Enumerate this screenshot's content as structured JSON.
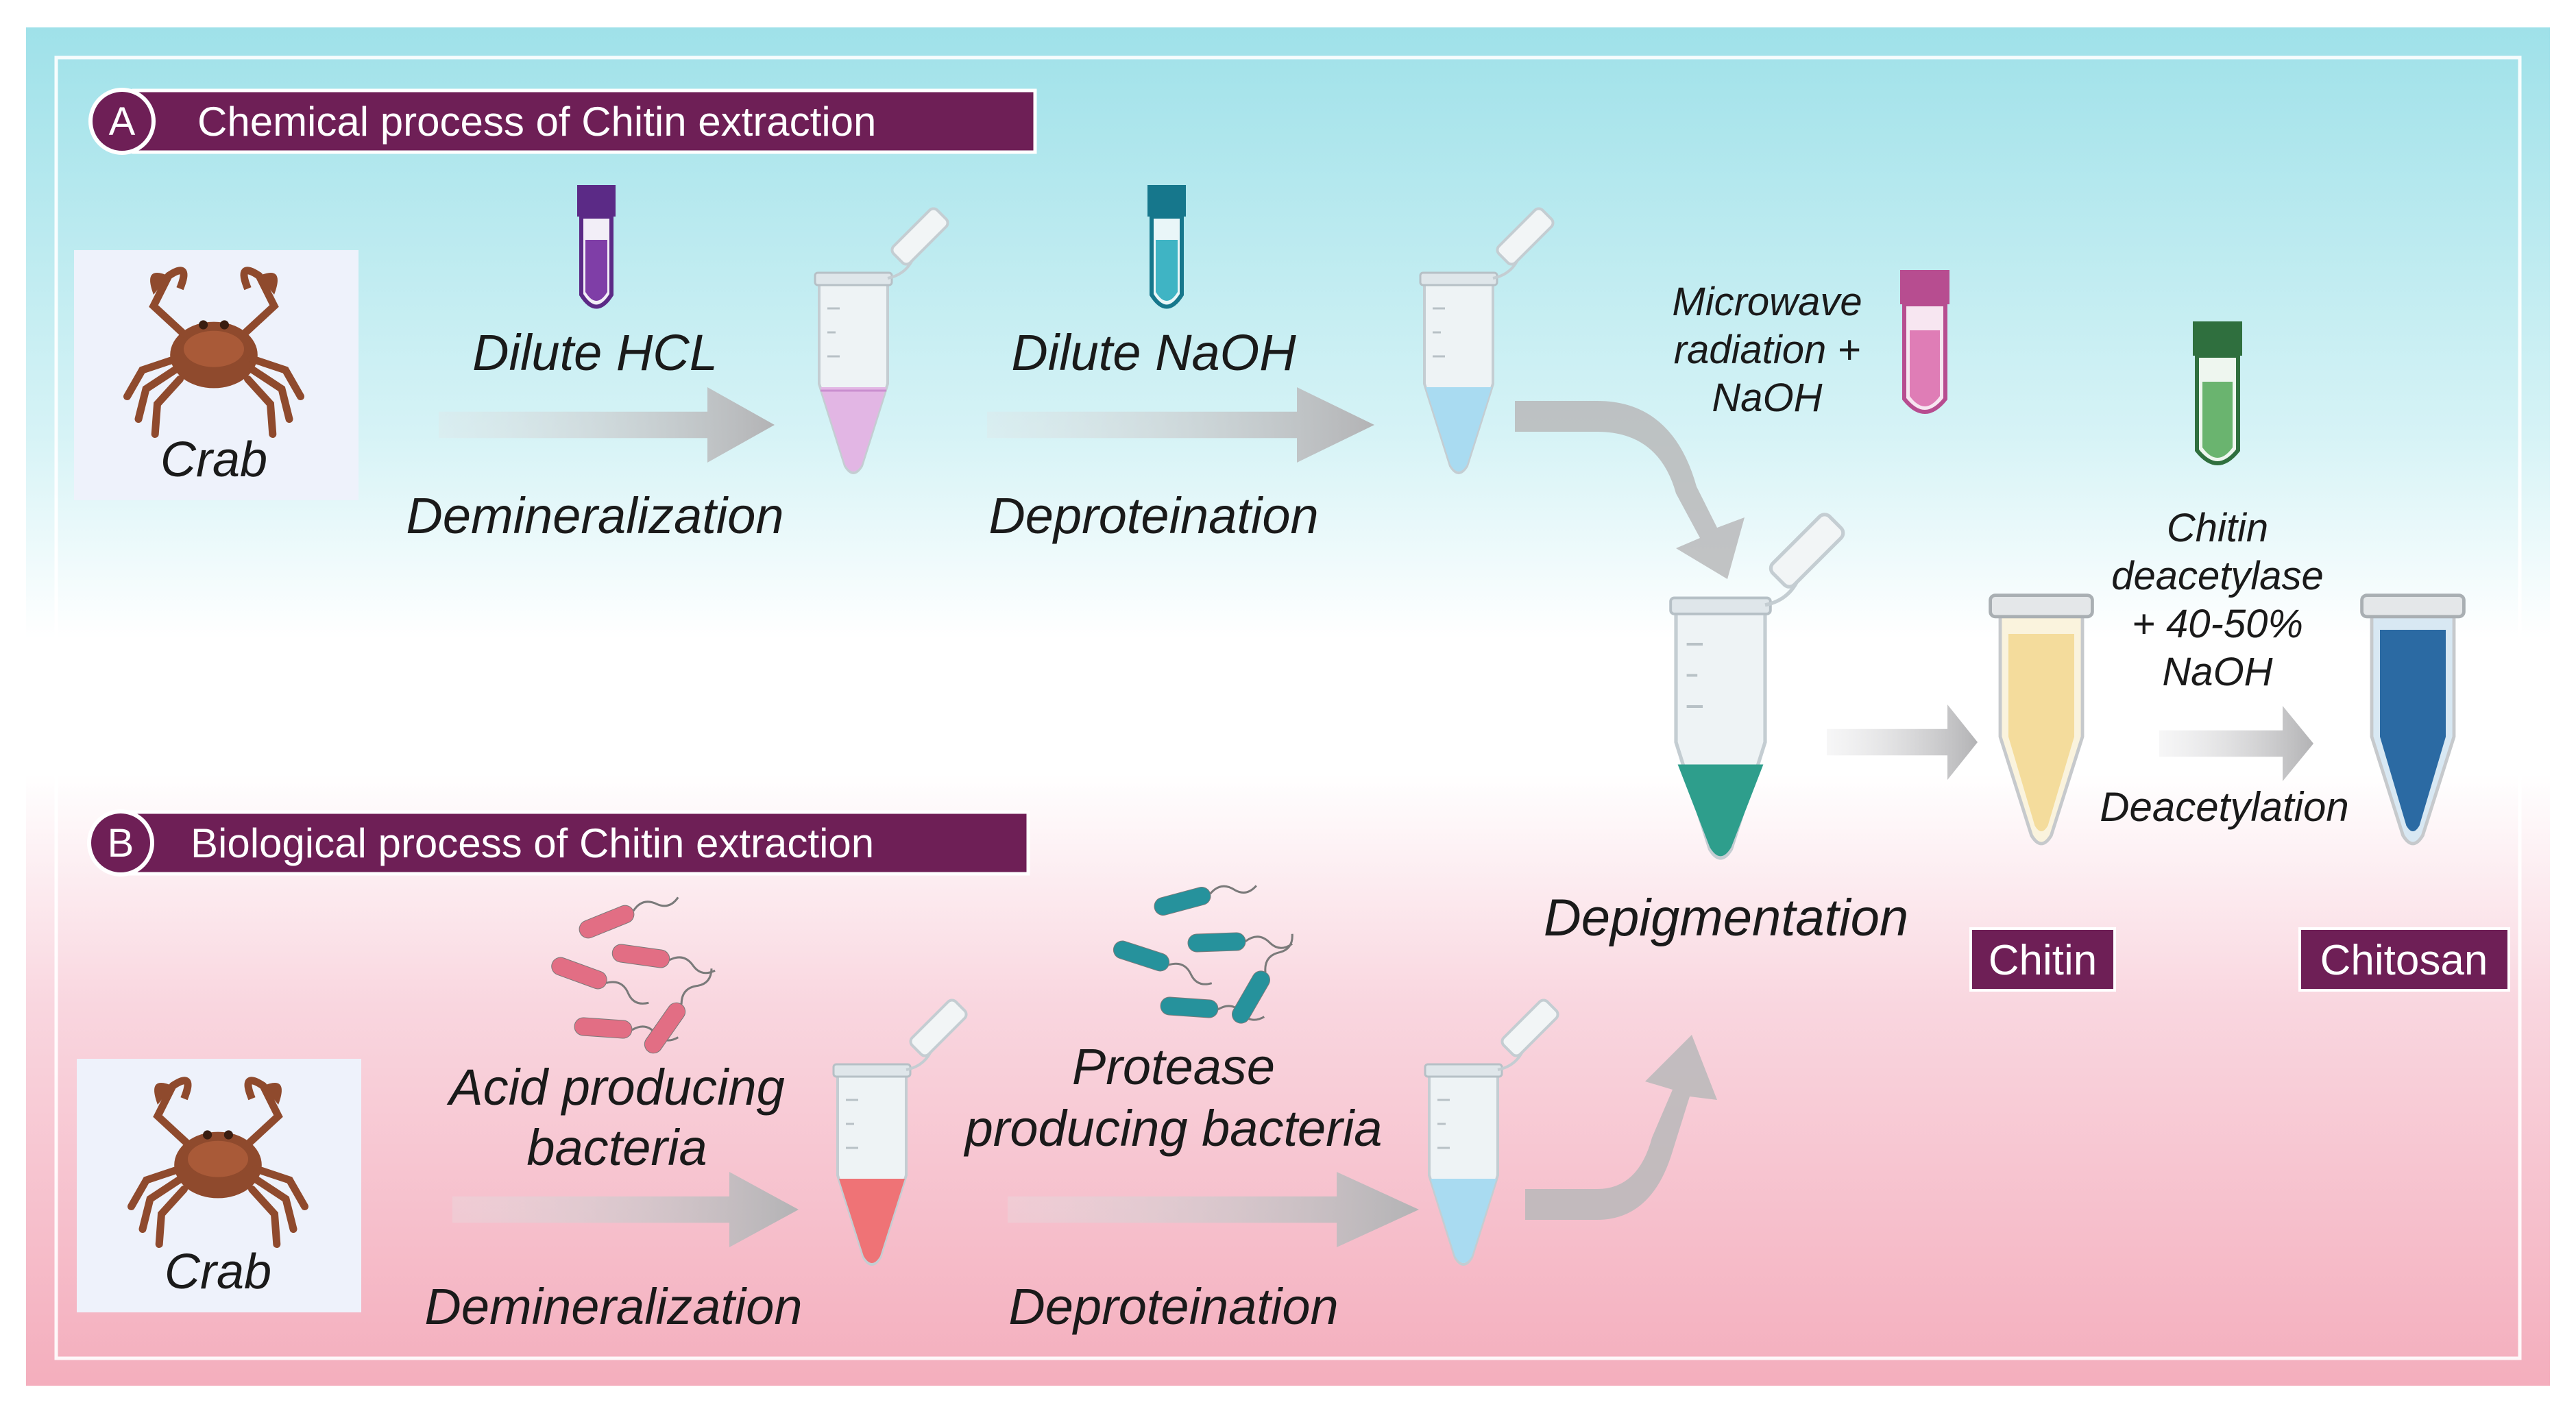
{
  "colors": {
    "top_gradient_start": "#9fe1e9",
    "top_gradient_end": "#ffffff",
    "bottom_gradient_start": "#ffffff",
    "bottom_gradient_end": "#f4aebd",
    "header_fill": "#6e1f56",
    "label_fill": "#6e1f56",
    "arrow": "#b9b9bb",
    "crab": "#8f4a2d"
  },
  "section_a": {
    "letter": "A",
    "title": "Chemical process of Chitin extraction",
    "source_label": "Crab",
    "step1_reagent": "Dilute HCL",
    "step1_process": "Demineralization",
    "step2_reagent": "Dilute NaOH",
    "step2_process": "Deproteination",
    "step3_reagent_line1": "Microwave",
    "step3_reagent_line2": "radiation +",
    "step3_reagent_line3": "NaOH"
  },
  "section_b": {
    "letter": "B",
    "title": "Biological process of Chitin extraction",
    "source_label": "Crab",
    "step1_reagent_line1": "Acid producing",
    "step1_reagent_line2": "bacteria",
    "step1_process": "Demineralization",
    "step2_reagent_line1": "Protease",
    "step2_reagent_line2": "producing bacteria",
    "step2_process": "Deproteination"
  },
  "shared": {
    "depigmentation": "Depigmentation",
    "chitin_label": "Chitin",
    "deacetylation_reagent_line1": "Chitin",
    "deacetylation_reagent_line2": "deacetylase",
    "deacetylation_reagent_line3": "+ 40-50%",
    "deacetylation_reagent_line4": "NaOH",
    "deacetylation_process": "Deacetylation",
    "chitosan_label": "Chitosan"
  }
}
